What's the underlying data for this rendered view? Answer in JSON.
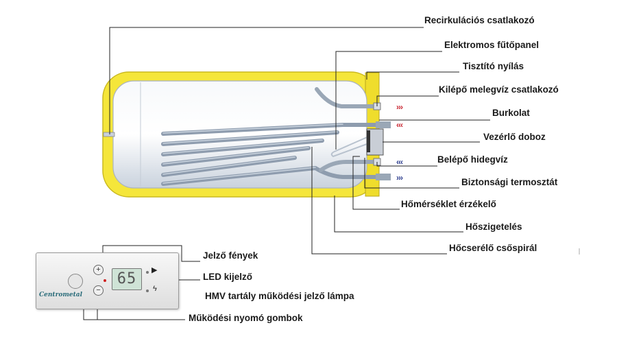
{
  "labels": {
    "recirculation": "Recirkulációs csatlakozó",
    "heating_panel": "Elektromos fűtőpanel",
    "cleaning_opening": "Tisztító nyílás",
    "hot_water_outlet": "Kilépő melegvíz csatlakozó",
    "casing": "Burkolat",
    "control_box": "Vezérlő doboz",
    "cold_water_inlet": "Belépő hidegvíz",
    "safety_thermostat": "Biztonsági termosztát",
    "temperature_sensor": "Hőmérséklet érzékelő",
    "insulation": "Hőszigetelés",
    "heat_exchanger_coil": "Hőcserélő csőspirál",
    "indicator_lights": "Jelző fények",
    "led_display": "LED kijelző",
    "tank_operation_lamp": "HMV tartály működési jelző lámpa",
    "push_buttons": "Működési nyomó gombok"
  },
  "panel": {
    "display_value": "65",
    "brand": "Centrometal",
    "plus_symbol": "+",
    "minus_symbol": "−",
    "play_symbol": "▶",
    "bolt_symbol": "ϟ"
  },
  "flow_markers": {
    "hot_out": "›››",
    "hot_in": "‹‹‹",
    "cold_in": "‹‹‹",
    "cold_out": "›››"
  },
  "colors": {
    "insulation": "#f5e63a",
    "tank_body": "#dfe6ee",
    "coil": "#8e9cae",
    "hot": "#c8242f",
    "cold": "#2a3a8c",
    "leader_lines": "#222222"
  }
}
